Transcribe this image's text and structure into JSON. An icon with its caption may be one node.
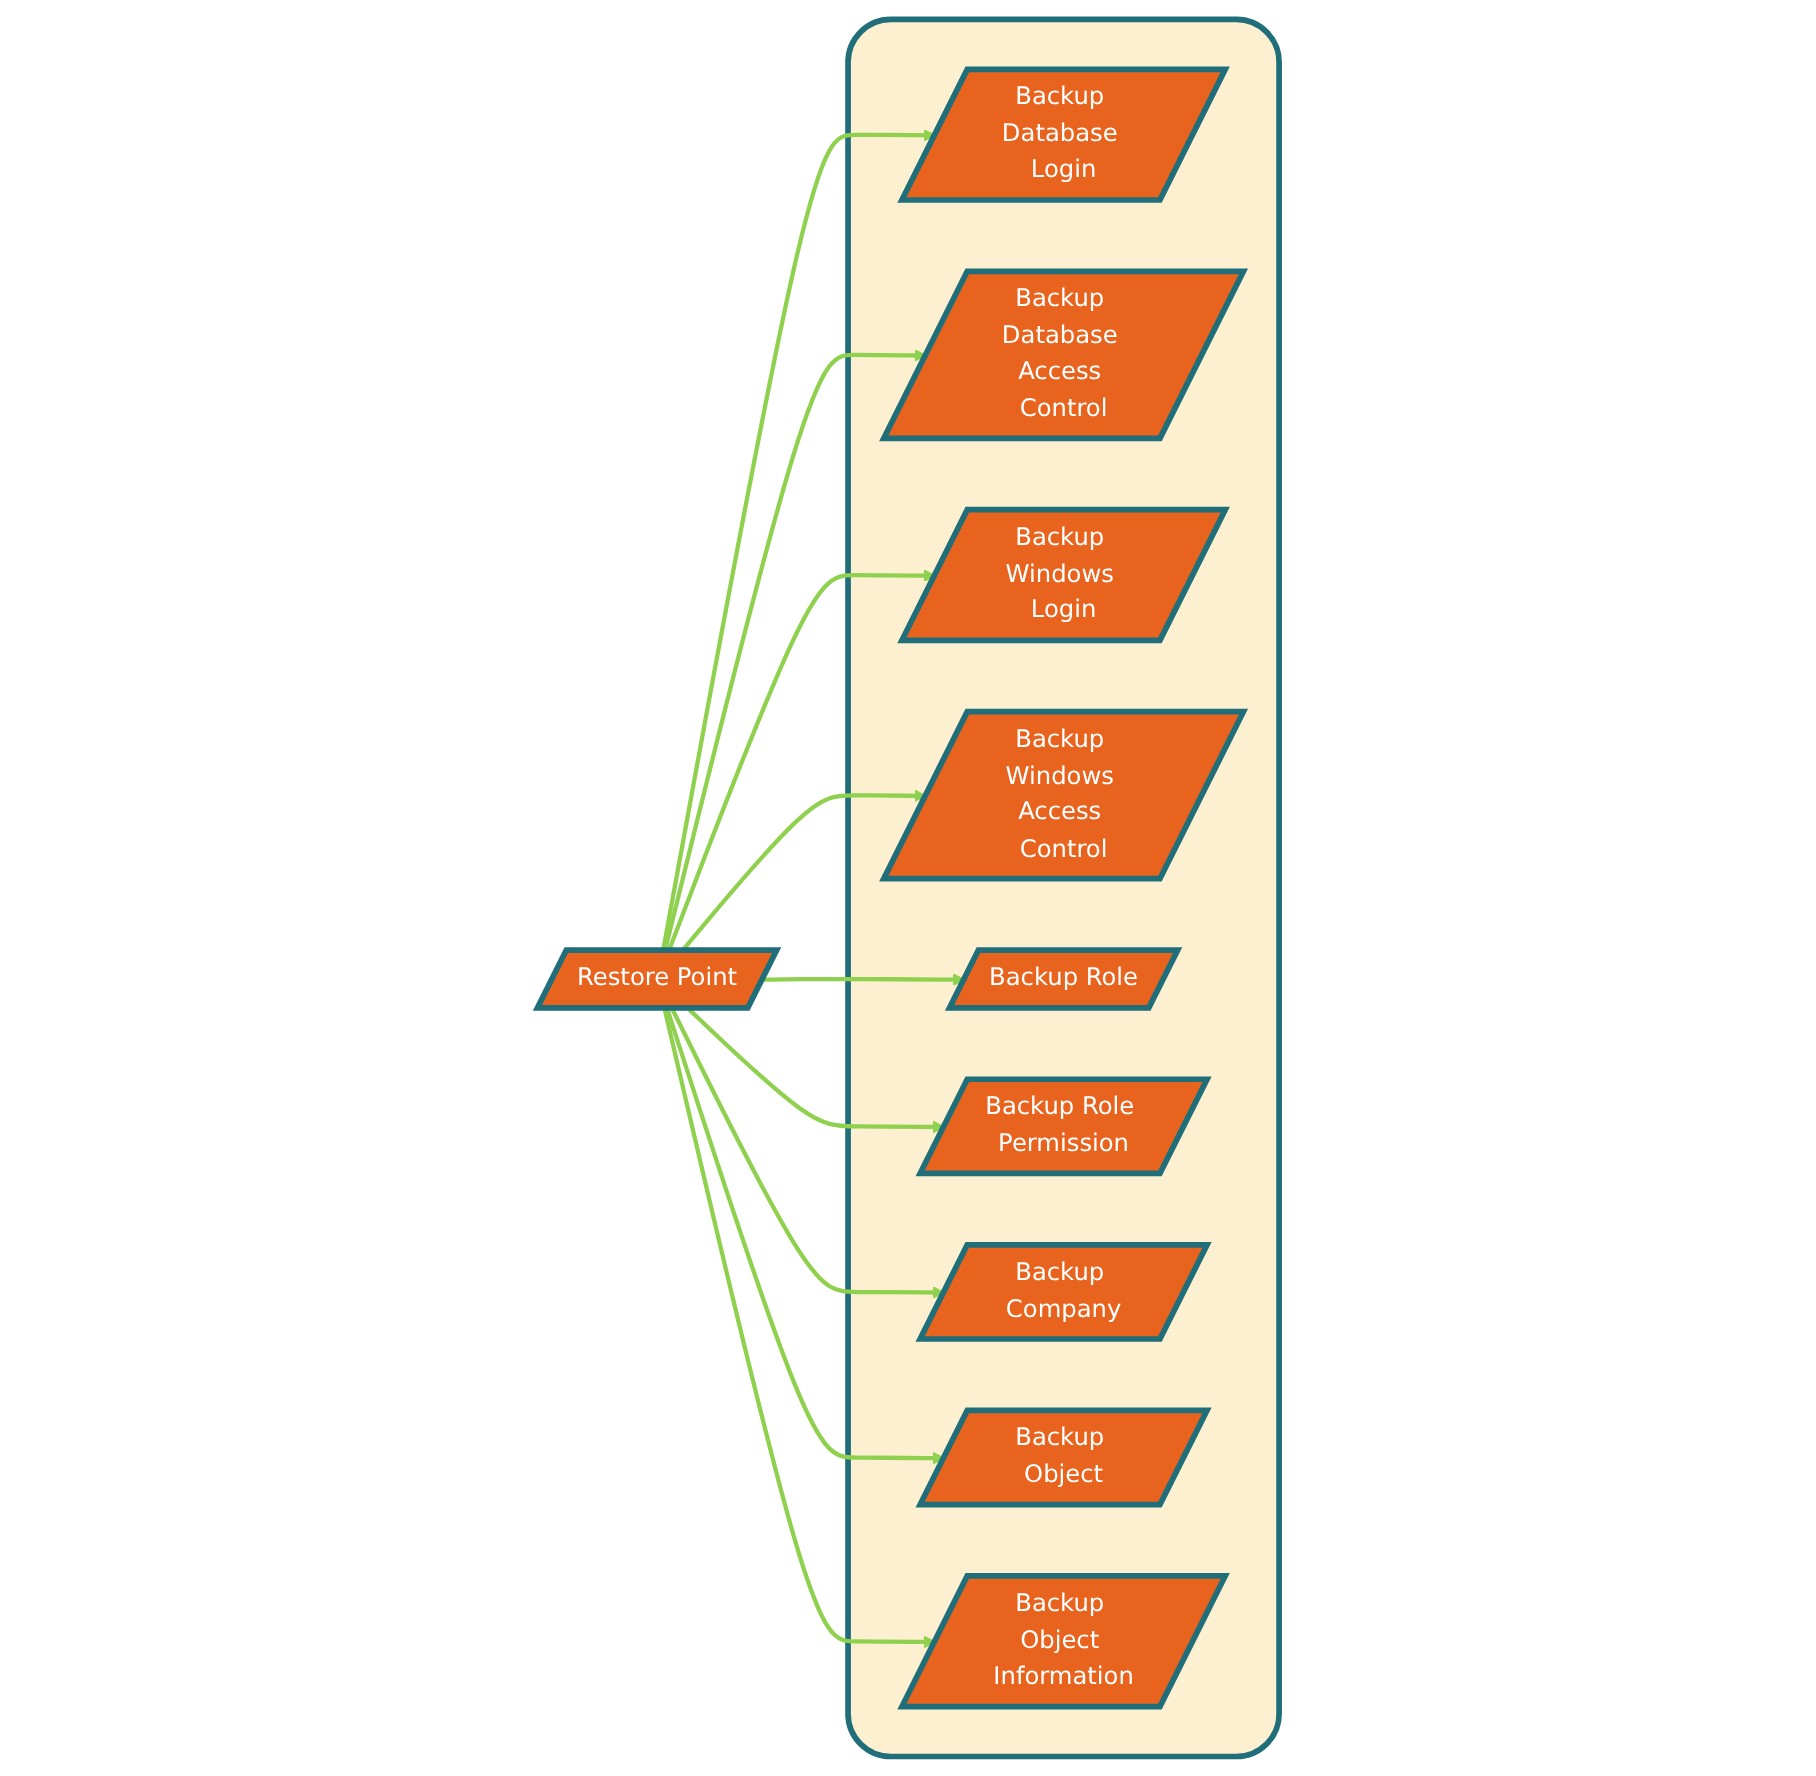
{
  "diagram": {
    "nodes": [
      {
        "text": [
          "Restore Point"
        ]
      },
      {
        "text": [],
        "shape": "box"
      },
      {
        "text": [
          "Backup Database Login"
        ],
        "in": 1
      },
      {
        "text": [
          "Backup Database Access Control"
        ],
        "in": 1
      },
      {
        "text": [
          "Backup Windows Login"
        ],
        "in": 1
      },
      {
        "text": [
          "Backup Windows Access Control"
        ],
        "in": 1
      },
      {
        "text": [
          "Backup Role"
        ],
        "in": 1
      },
      {
        "text": [
          "Backup Role Permission"
        ],
        "in": 1
      },
      {
        "text": [
          "Backup Company"
        ],
        "in": 1
      },
      {
        "text": [
          "Backup Object"
        ],
        "in": 1
      },
      {
        "text": [
          "Backup Object Information"
        ],
        "in": 1
      }
    ],
    "edges": [
      {
        "from": 0,
        "to": 2,
        "arrow": "to"
      },
      {
        "from": 0,
        "to": 3,
        "arrow": "to"
      },
      {
        "from": 0,
        "to": 4,
        "arrow": "to"
      },
      {
        "from": 0,
        "to": 5,
        "arrow": "to"
      },
      {
        "from": 0,
        "to": 6,
        "arrow": "to"
      },
      {
        "from": 0,
        "to": 7,
        "arrow": "to"
      },
      {
        "from": 0,
        "to": 8,
        "arrow": "to"
      },
      {
        "from": 0,
        "to": 9,
        "arrow": "to"
      },
      {
        "from": 0,
        "to": 10,
        "arrow": "to"
      }
    ]
  }
}
